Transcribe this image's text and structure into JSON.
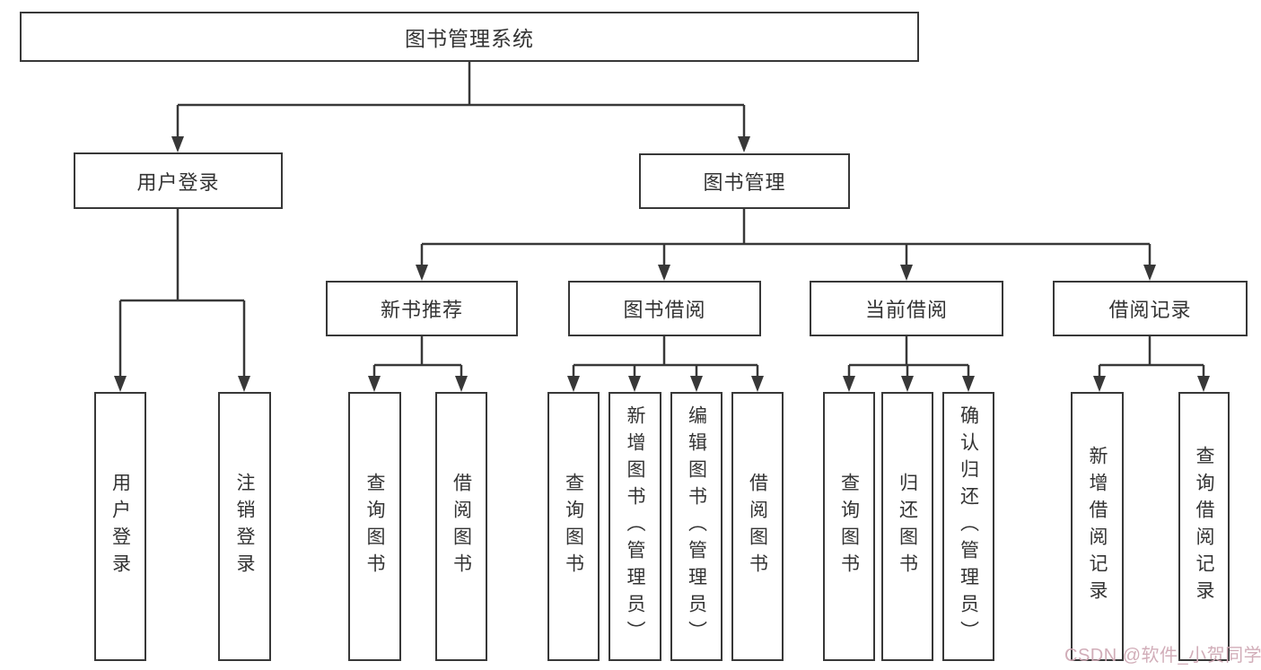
{
  "diagram": {
    "root": {
      "label": "图书管理系统"
    },
    "branches": [
      {
        "label": "用户登录",
        "children": [
          {
            "label": "用户登录"
          },
          {
            "label": "注销登录"
          }
        ]
      },
      {
        "label": "图书管理",
        "groups": [
          {
            "label": "新书推荐",
            "children": [
              {
                "label": "查询图书"
              },
              {
                "label": "借阅图书"
              }
            ]
          },
          {
            "label": "图书借阅",
            "children": [
              {
                "label": "查询图书"
              },
              {
                "label": "新增图书（管理员）"
              },
              {
                "label": "编辑图书（管理员）"
              },
              {
                "label": "借阅图书"
              }
            ]
          },
          {
            "label": "当前借阅",
            "children": [
              {
                "label": "查询图书"
              },
              {
                "label": "归还图书"
              },
              {
                "label": "确认归还（管理员）"
              }
            ]
          },
          {
            "label": "借阅记录",
            "children": [
              {
                "label": "新增借阅记录"
              },
              {
                "label": "查询借阅记录"
              }
            ]
          }
        ]
      }
    ]
  },
  "watermark": {
    "text": "CSDN @软件_小贺同学"
  },
  "colors": {
    "line": "#383838",
    "box_border": "#383838",
    "text": "#333333",
    "watermark": "#cfa9b5",
    "background": "#ffffff"
  }
}
